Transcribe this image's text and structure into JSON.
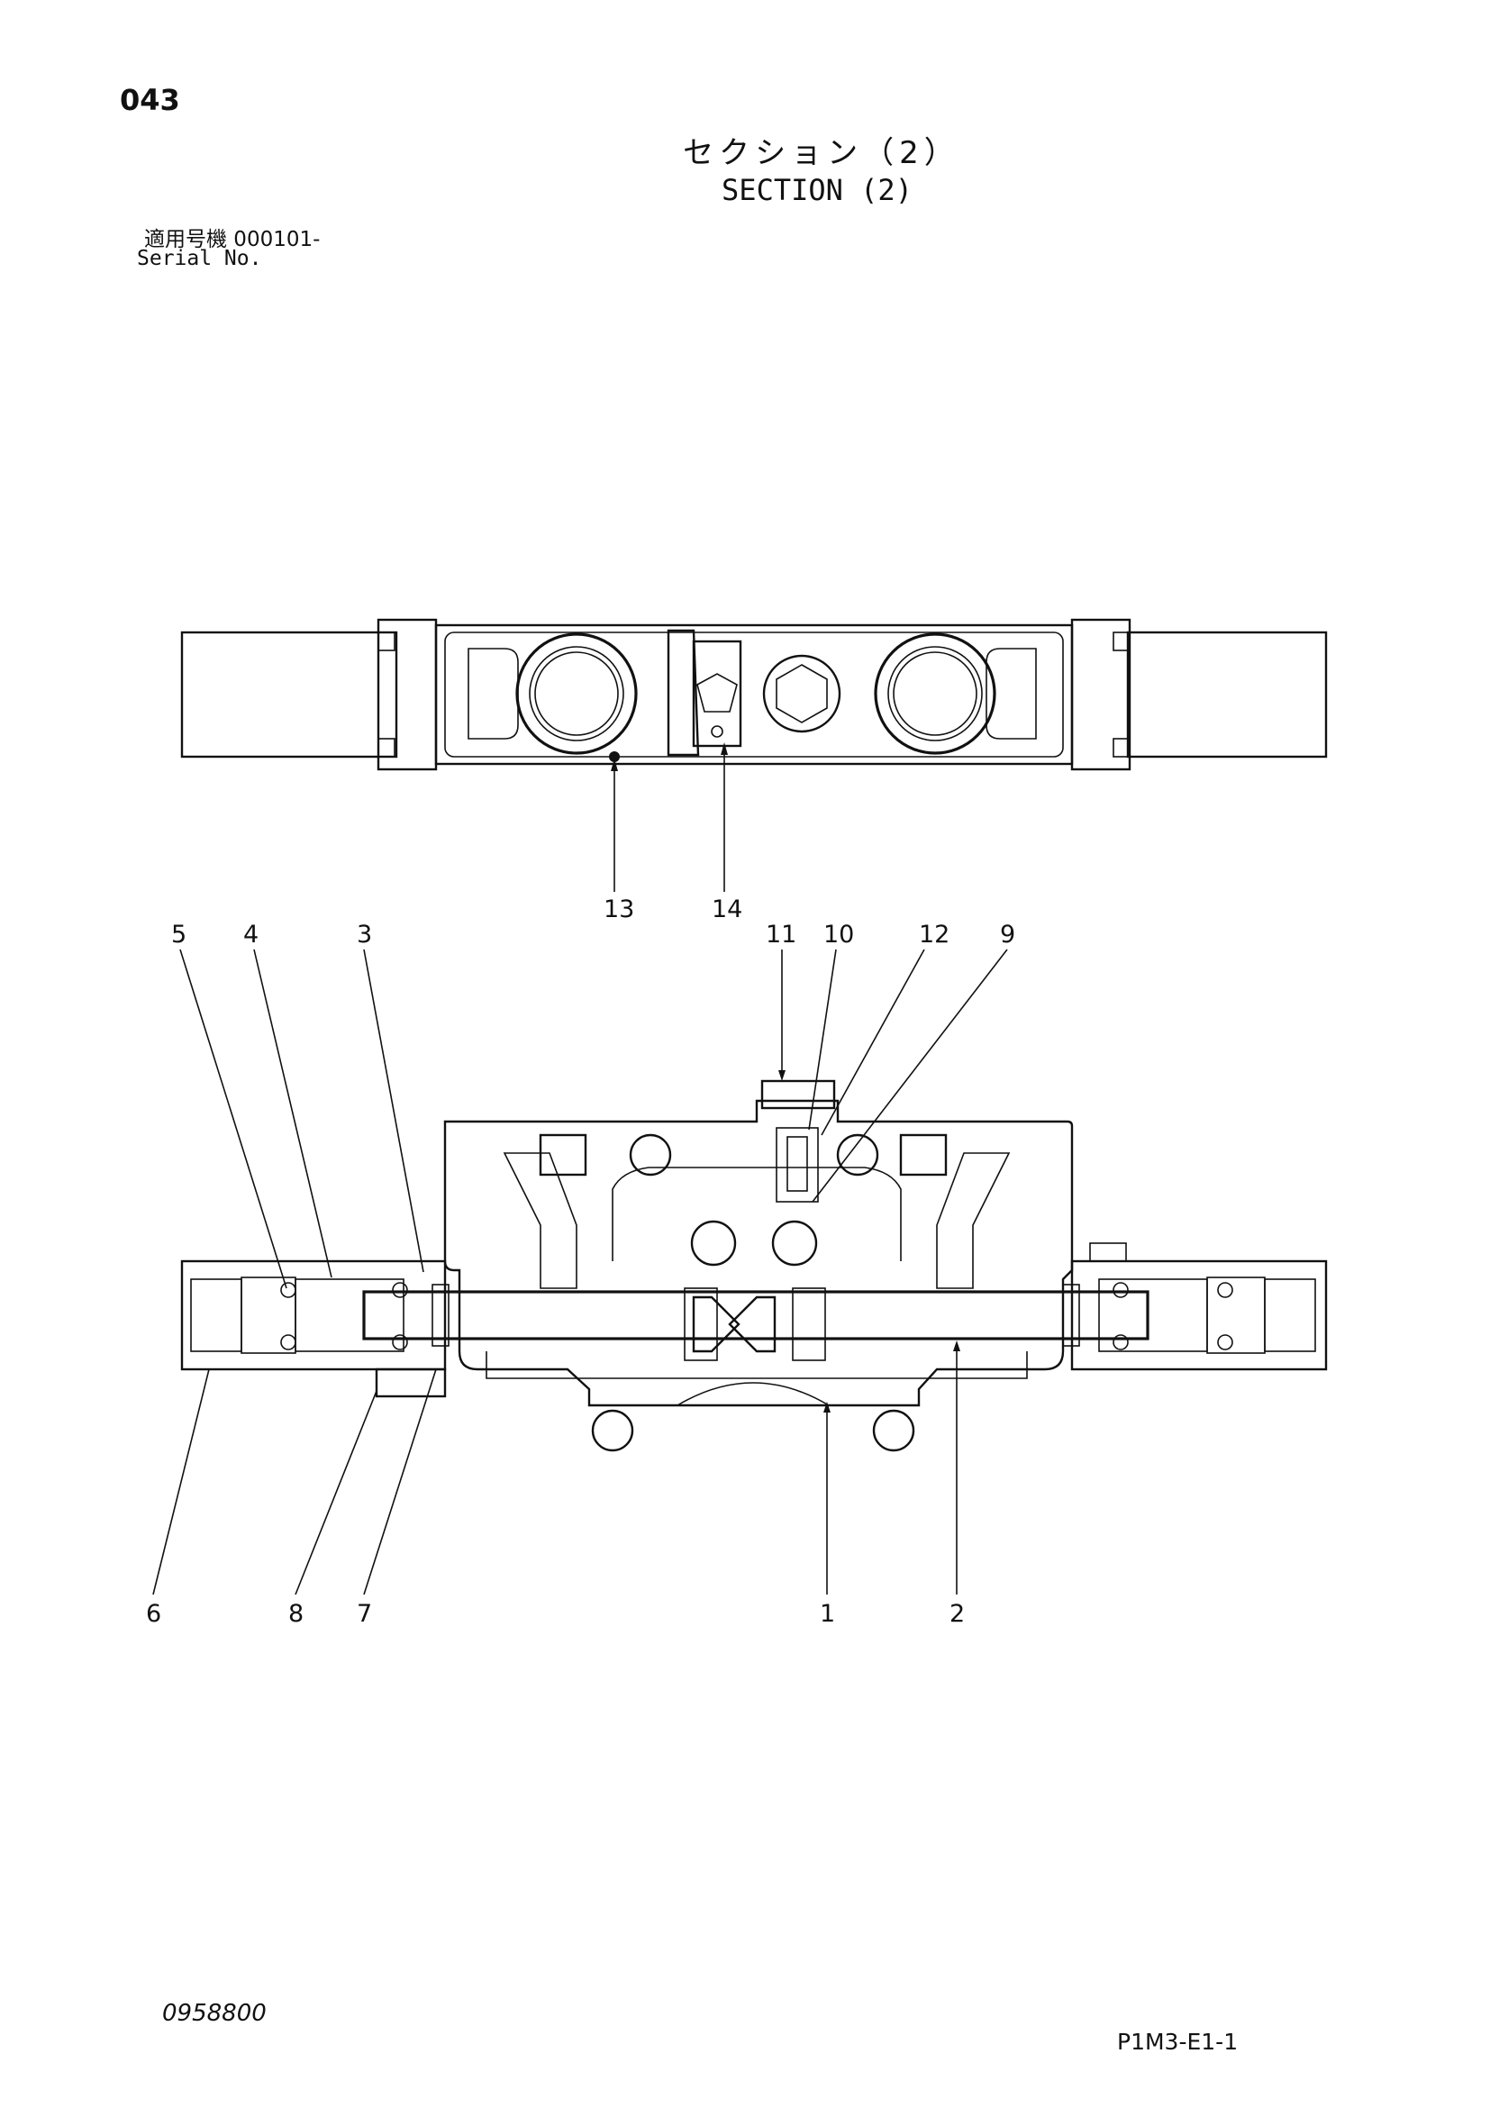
{
  "header": {
    "page_number": "043",
    "title_jp": "セクション（2）",
    "title_en": "SECTION (2)",
    "serial_label_jp": "適用号機  000101-",
    "serial_label_en": "Serial No."
  },
  "callouts": {
    "c1": "1",
    "c2": "2",
    "c3": "3",
    "c4": "4",
    "c5": "5",
    "c6": "6",
    "c7": "7",
    "c8": "8",
    "c9": "9",
    "c10": "10",
    "c11": "11",
    "c12": "12",
    "c13": "13",
    "c14": "14"
  },
  "footer": {
    "drawing_number": "0958800",
    "code": "P1M3-E1-1"
  }
}
